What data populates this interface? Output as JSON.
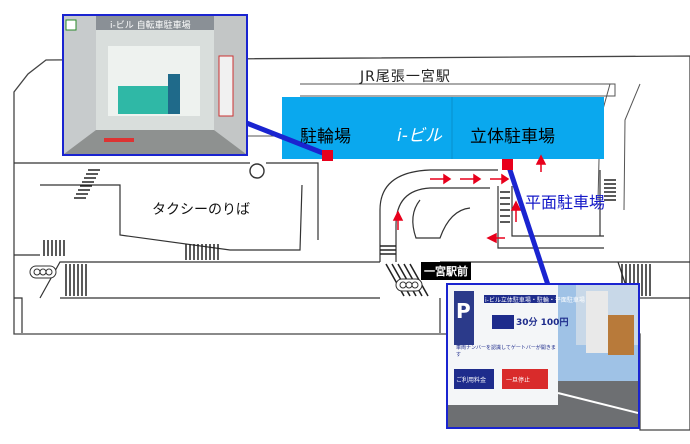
{
  "map": {
    "station": "JR尾張一宮駅",
    "bike_parking": "駐輪場",
    "building": "i-ビル",
    "multi_story_parking": "立体駐車場",
    "flat_parking": "平面駐車場",
    "taxi_stand": "タクシーのりば",
    "bus_stop": "一宮駅前"
  },
  "photos": {
    "bike_entrance_sign": "i-ビル 自転車駐車場",
    "lot_sign": {
      "title": "i-ビル立体駐車場・駐輪・平面駐車場",
      "price": "30分 100円",
      "note": "車両ナンバーを認識してゲートバーが開きます",
      "button_left": "ご利用料金",
      "button_right": "一旦停止"
    }
  },
  "colors": {
    "building_fill": "#0aa8ee",
    "marker": "#e8001c",
    "connector": "#1a24d0",
    "arrow": "#e8001c"
  }
}
